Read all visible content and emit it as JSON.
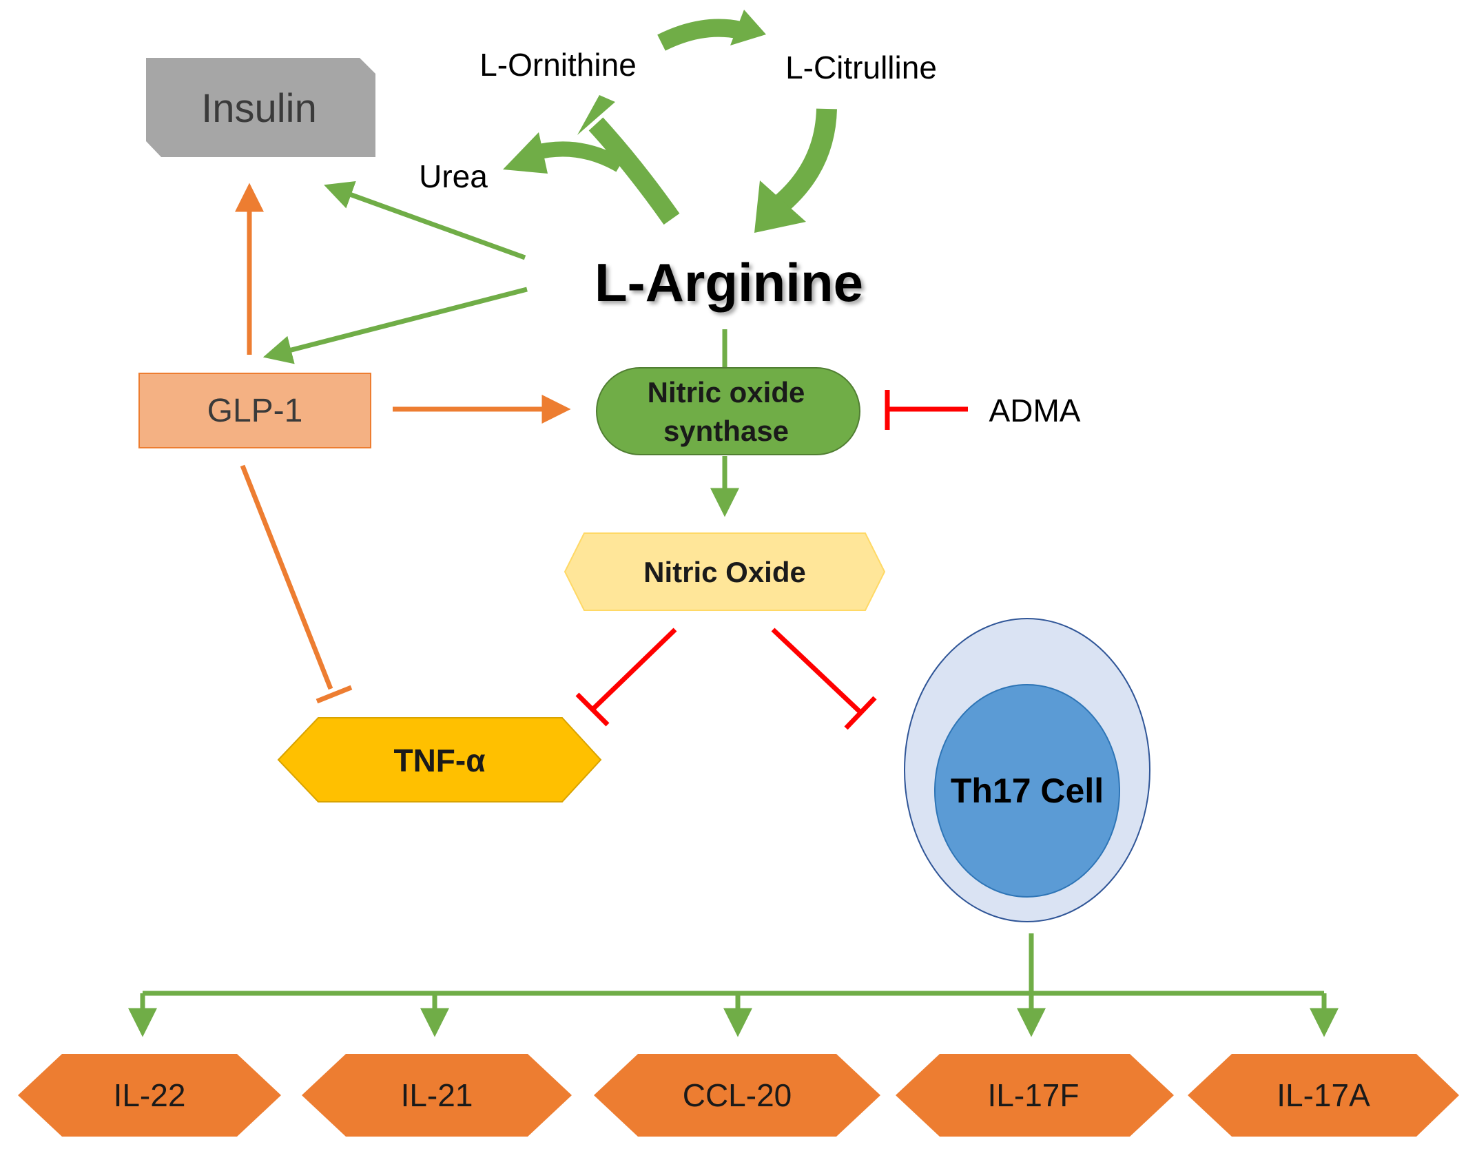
{
  "nodes": {
    "insulin": "Insulin",
    "l_ornithine": "L-Ornithine",
    "l_citrulline": "L-Citrulline",
    "urea": "Urea",
    "l_arginine": "L-Arginine",
    "glp1": "GLP-1",
    "nos_line1": "Nitric oxide",
    "nos_line2": "synthase",
    "adma": "ADMA",
    "nitric_oxide": "Nitric Oxide",
    "tnf_alpha": "TNF-α",
    "th17_cell": "Th17 Cell",
    "cytokines": [
      "IL-22",
      "IL-21",
      "CCL-20",
      "IL-17F",
      "IL-17A"
    ]
  },
  "colors": {
    "green_arrow": "#70ad47",
    "orange_arrow": "#ed7d31",
    "inhibit_red": "#ff0000",
    "insulin_box": "#a6a6a6",
    "glp1_box": "#f4b183",
    "nos_pill": "#70ad47",
    "nitric_oxide_hex": "#ffe699",
    "tnf_hex": "#ffc000",
    "th17_outer": "#dae3f3",
    "th17_inner": "#5b9bd5",
    "cytokine_hex": "#ed7d31"
  }
}
